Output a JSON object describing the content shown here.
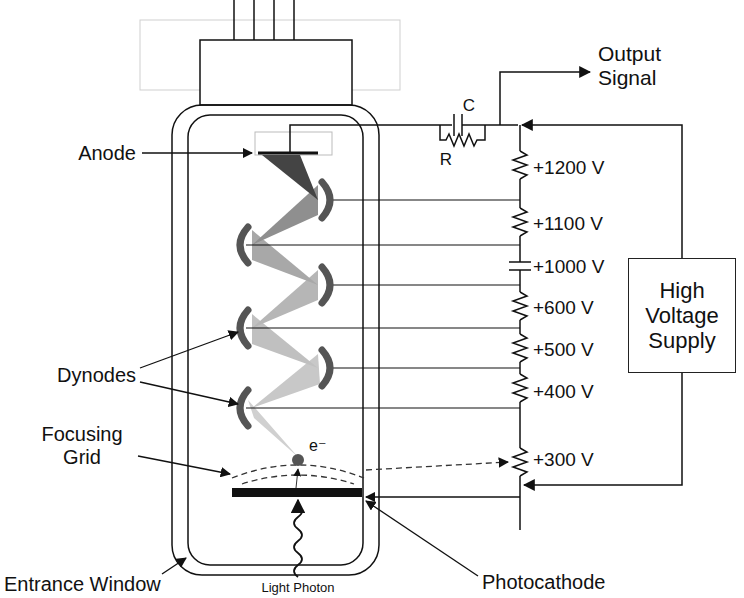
{
  "diagram": {
    "nodes": [
      {
        "text": [
          "High Voltage Supply"
        ]
      }
    ],
    "labels": [
      "Output Signal",
      "C",
      "R",
      "+1200 V",
      "+1100 V",
      "+1000 V",
      "+600 V",
      "+500 V",
      "+400 V",
      "+300 V",
      "Anode",
      "Dynodes",
      "e⁻",
      "Focusing Grid",
      "Entrance Window",
      "Light Photon",
      "Photocathode"
    ]
  }
}
